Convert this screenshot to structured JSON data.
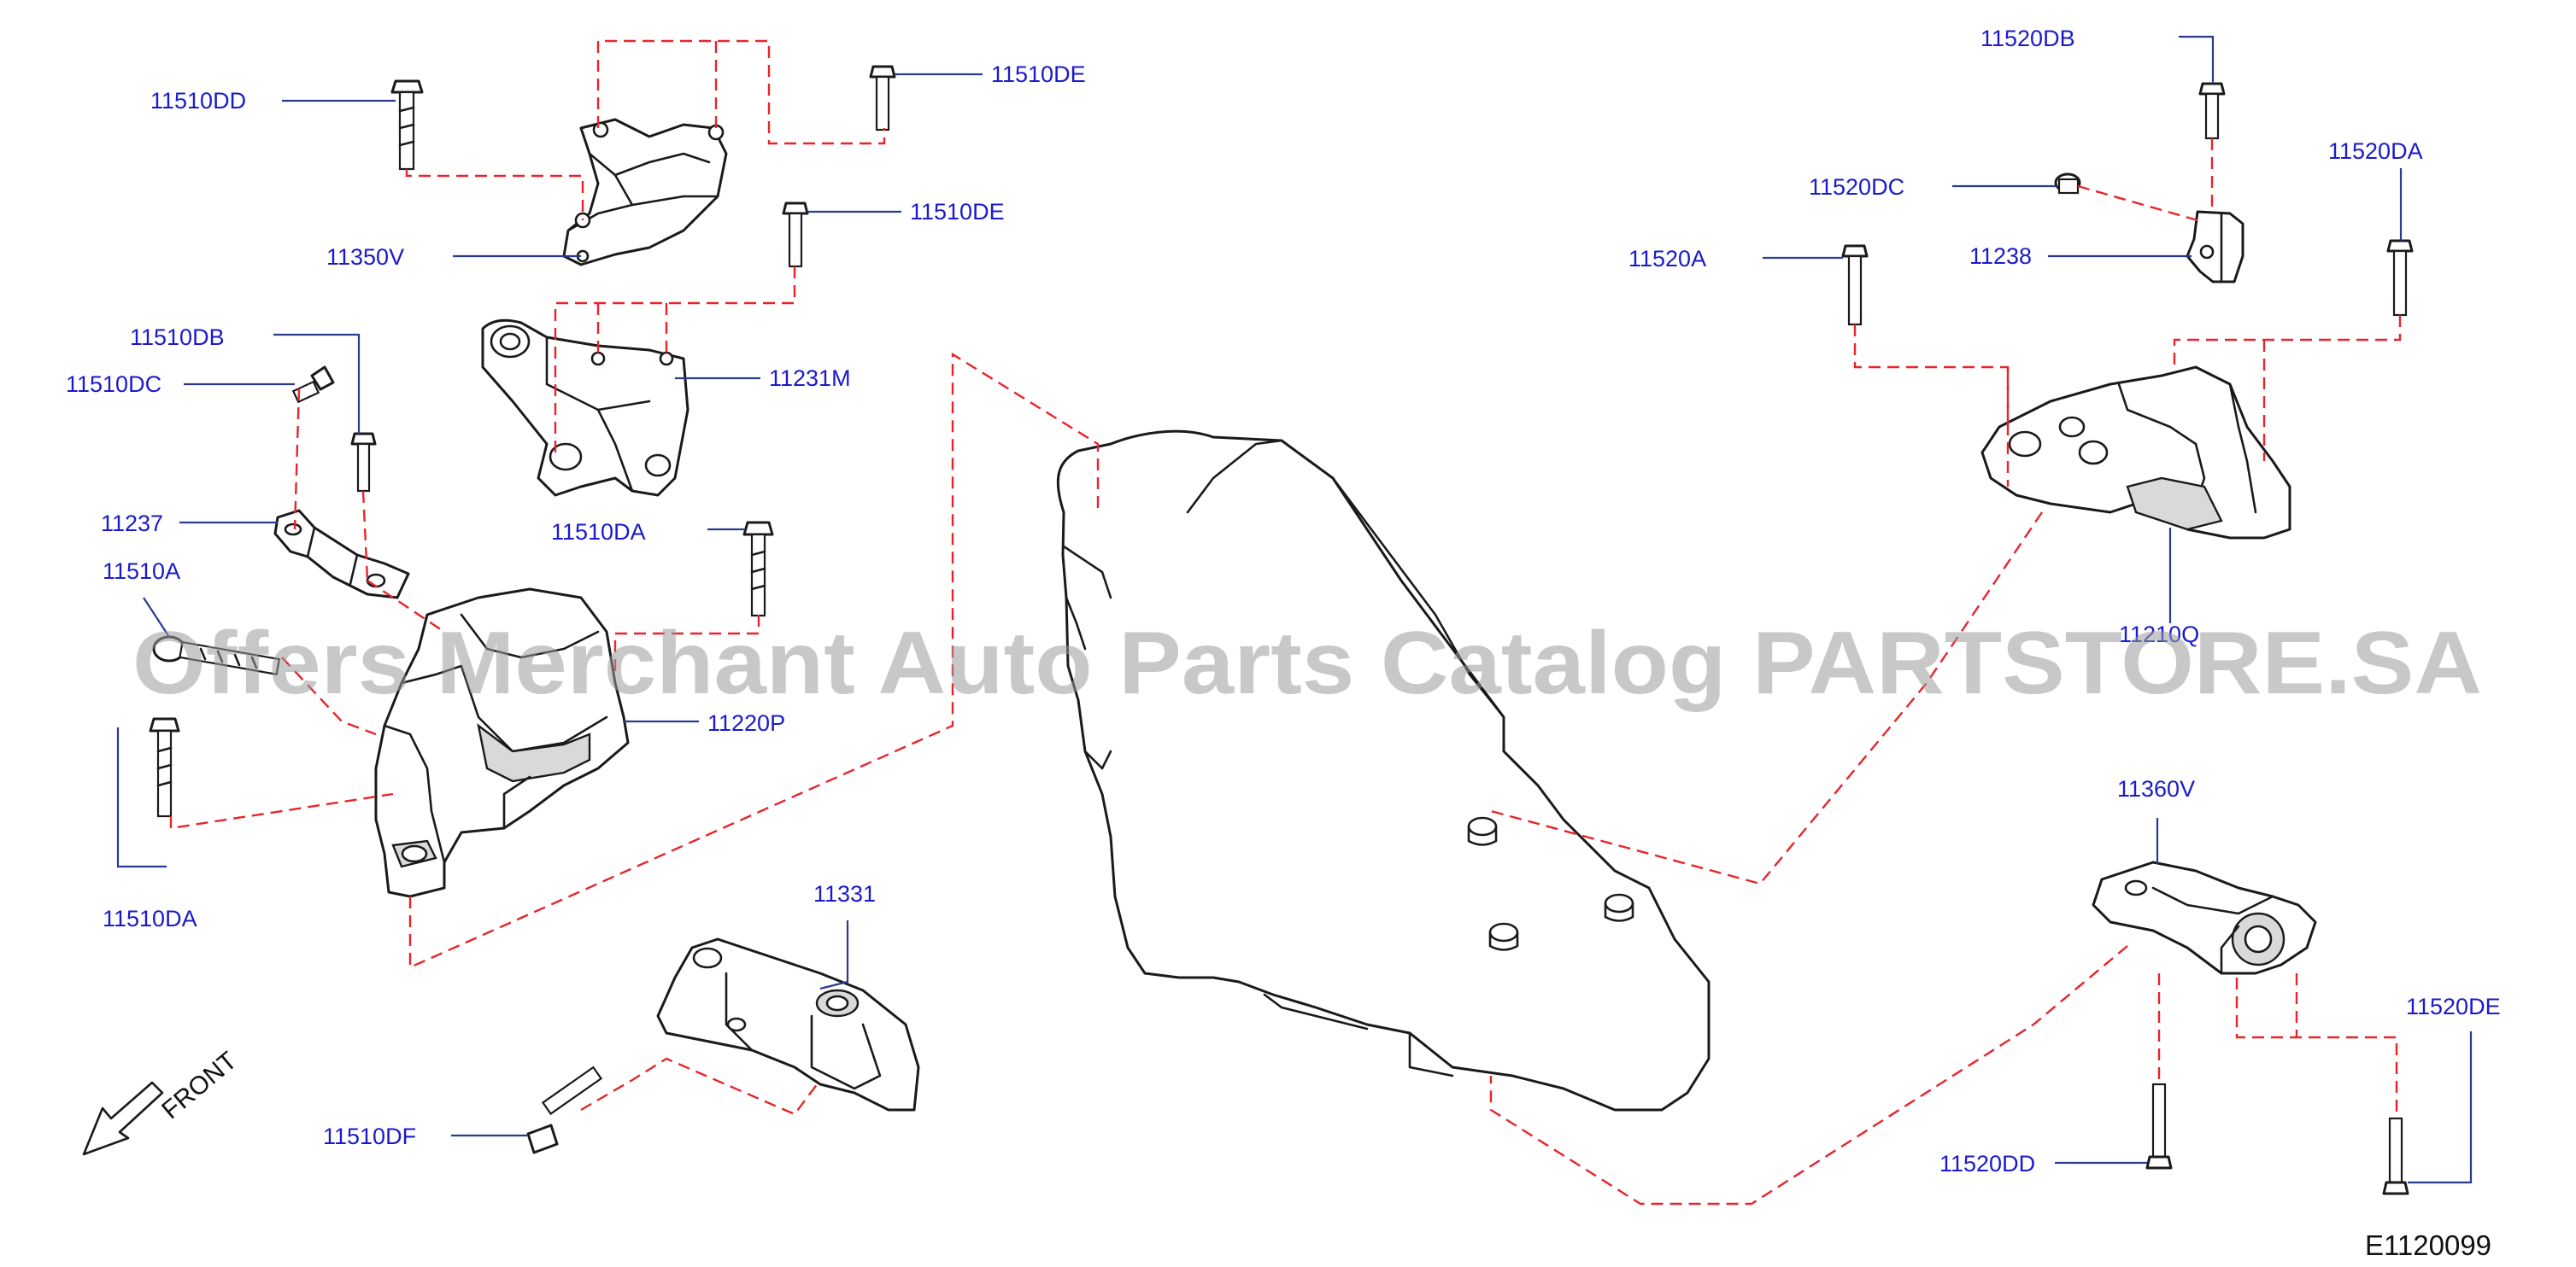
{
  "labels": {
    "l1": "11510DD",
    "l2": "11510DE",
    "l3": "11510DE",
    "l4": "11350V",
    "l5": "11510DB",
    "l6": "11510DC",
    "l7": "11231M",
    "l8": "11237",
    "l9": "11510DA",
    "l10": "11510A",
    "l11": "11220P",
    "l12": "11510DA",
    "l13": "11331",
    "l14": "11510DF",
    "l15": "11520DB",
    "l16": "11520DC",
    "l17": "11520DA",
    "l18": "11520A",
    "l19": "11238",
    "l20": "11210Q",
    "l21": "11360V",
    "l22": "11520DE",
    "l23": "11520DD"
  },
  "front_label": "FRONT",
  "diagram_code": "E1120099",
  "watermark": "Offers Merchant Auto Parts Catalog PARTSTORE.SA",
  "colors": {
    "label_blue": "#1a1acc",
    "leader_blue": "#2a3a8f",
    "dash_red": "#e8242b",
    "line_black": "#1a1a1a"
  }
}
